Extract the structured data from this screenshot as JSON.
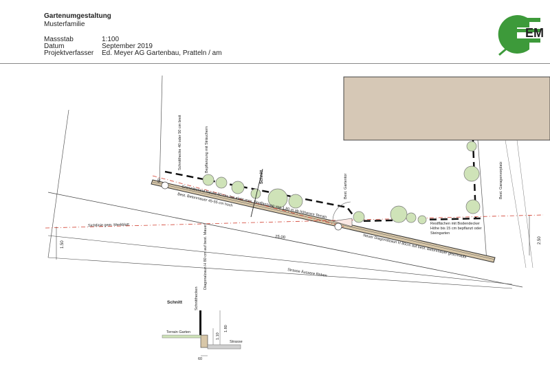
{
  "header": {
    "title": "Gartenumgestaltung",
    "client": "Musterfamilie",
    "scale_label": "Massstab",
    "scale_value": "1:100",
    "date_label": "Datum",
    "date_value": "September 2019",
    "author_label": "Projektverfasser",
    "author_value": "Ed. Meyer AG Gartenbau, Pratteln / am"
  },
  "logo": {
    "letters": "EM",
    "color": "#3d9a3a"
  },
  "plan": {
    "hedge_label": "Schnitthecke 40 oder 50 cm breit",
    "planting_label": "Bepflanzung mit Sträuchern",
    "cut_marker": "Schnitt",
    "gate_label": "Best. Gartentor",
    "garage_label": "Best. Garagenvorplatz",
    "boundary_label": "Grenzabstand Hecke 60 cm, bei einer max. Bepflanzung von 1.80 m ab höherem Terrain",
    "wall_label": "Best. Betonmauer 45-55 cm hoch",
    "sightline_label": "Sichtlinie gem. Merkblatt",
    "fence_label": "Neuer Diagonalzaun H 80cm auf best. Betonmauer geschraubt",
    "rest_label_1": "Restflächen mit Bodendecker",
    "rest_label_2": "Höhe bis 15 cm bepflanzt oder",
    "rest_label_3": "Steingarten",
    "street_label": "Strasse Äussere Reben",
    "diag_fence_label": "Diagonalzaun H 80 cm auf best. Mauer",
    "hedge_label_2": "Schnitthecken",
    "dim_length": "25.00",
    "dim_left": "1.50",
    "dim_right": "2.50",
    "dim_60": "60"
  },
  "section": {
    "title": "Schnitt",
    "terrain_label": "Terrain Garten",
    "street_label": "Strasse",
    "dim_180": "1.80",
    "dim_110": "1.10",
    "dim_60": "60"
  },
  "colors": {
    "building": "#d6c8b6",
    "shrub": "#cfe3b8",
    "wall": "#d8c7a8",
    "sightline": "#d03a2a",
    "hedge_dash": "#111111",
    "accent": "#3d9a3a"
  }
}
